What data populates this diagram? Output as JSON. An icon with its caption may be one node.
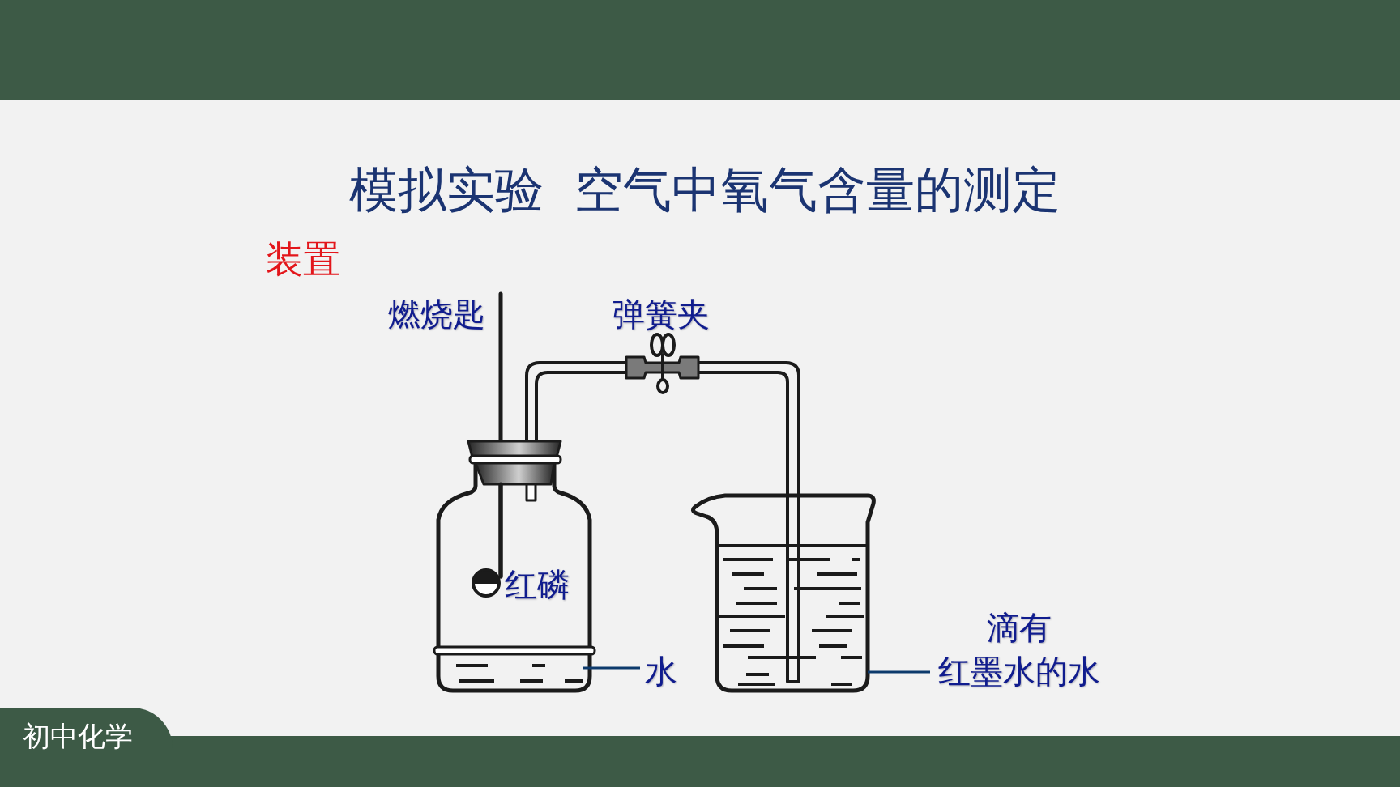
{
  "diagram": {
    "title": "模拟实验  空气中氧气含量的测定",
    "nodes": [
      {
        "text": [
          "水"
        ]
      },
      {
        "text": [],
        "shape": "picture"
      },
      {
        "text": [
          "滴有红墨水的水"
        ]
      },
      {
        "text": [],
        "shape": "picture"
      }
    ],
    "edges": [
      {
        "from": 0,
        "to": 1,
        "arrow": "none"
      },
      {
        "from": 2,
        "to": 3,
        "arrow": "none"
      }
    ],
    "labels": [
      "装置",
      "燃烧匙",
      "弹簧夹",
      "红磷",
      "初中化学"
    ]
  }
}
